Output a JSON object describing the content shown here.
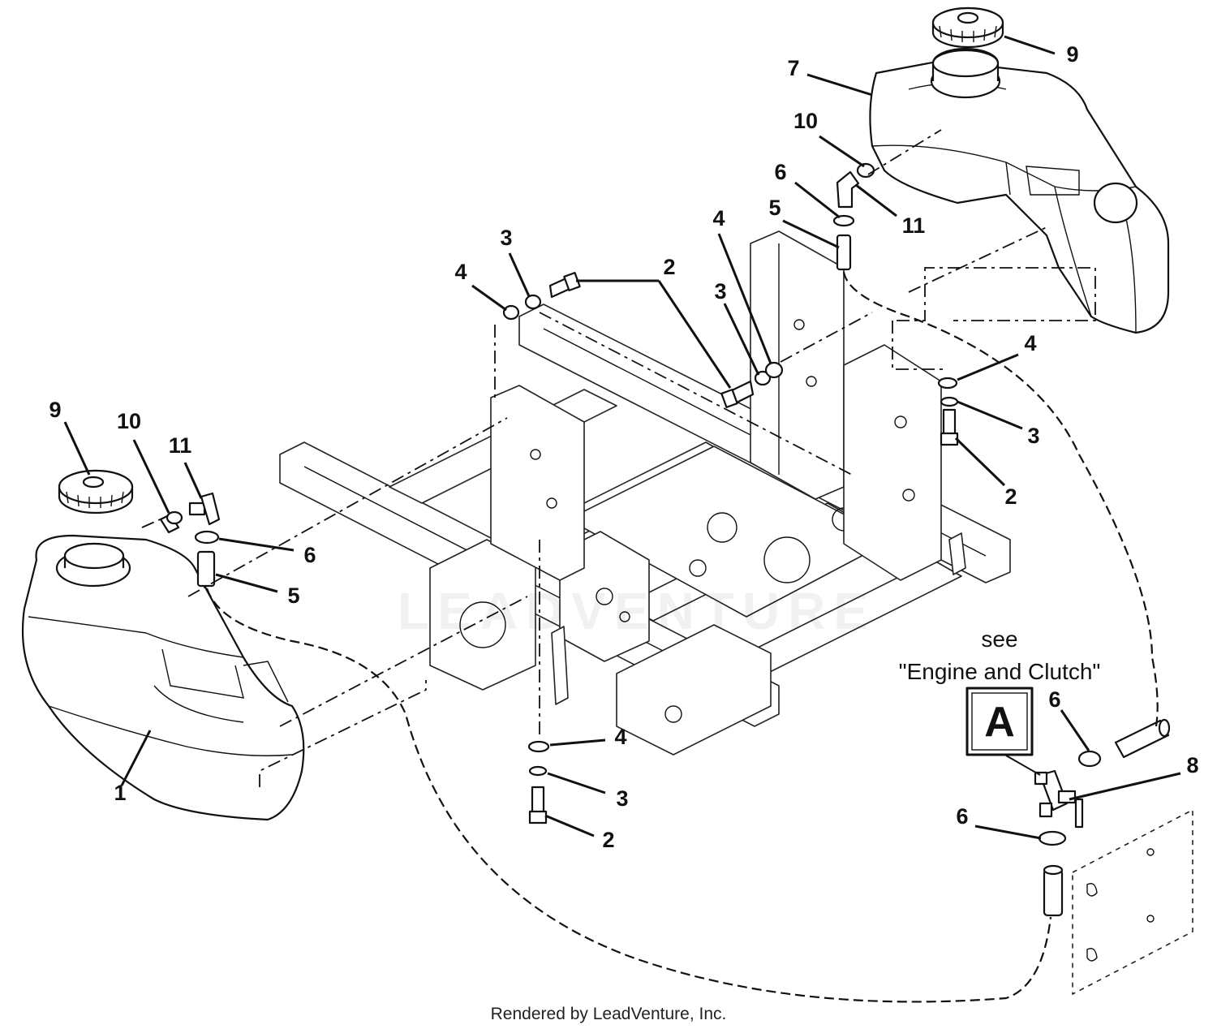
{
  "callouts": [
    {
      "id": "c-9-right",
      "text": "9"
    },
    {
      "id": "c-7",
      "text": "7"
    },
    {
      "id": "c-10-right",
      "text": "10"
    },
    {
      "id": "c-6-right",
      "text": "6"
    },
    {
      "id": "c-11-right",
      "text": "11"
    },
    {
      "id": "c-5-right",
      "text": "5"
    },
    {
      "id": "c-4-top-center",
      "text": "4"
    },
    {
      "id": "c-3-top-center",
      "text": "3"
    },
    {
      "id": "c-4-top-left",
      "text": "4"
    },
    {
      "id": "c-3-top-left",
      "text": "3"
    },
    {
      "id": "c-2-top",
      "text": "2"
    },
    {
      "id": "c-4-right-mount",
      "text": "4"
    },
    {
      "id": "c-3-right-mount",
      "text": "3"
    },
    {
      "id": "c-2-right-mount",
      "text": "2"
    },
    {
      "id": "c-9-left",
      "text": "9"
    },
    {
      "id": "c-10-left",
      "text": "10"
    },
    {
      "id": "c-11-left",
      "text": "11"
    },
    {
      "id": "c-6-left",
      "text": "6"
    },
    {
      "id": "c-5-left",
      "text": "5"
    },
    {
      "id": "c-1",
      "text": "1"
    },
    {
      "id": "c-4-bottom",
      "text": "4"
    },
    {
      "id": "c-3-bottom",
      "text": "3"
    },
    {
      "id": "c-2-bottom",
      "text": "2"
    },
    {
      "id": "c-6-valve-top",
      "text": "6"
    },
    {
      "id": "c-8",
      "text": "8"
    },
    {
      "id": "c-6-valve-bottom",
      "text": "6"
    }
  ],
  "note": {
    "line1": "see",
    "line2": "\"Engine and Clutch\""
  },
  "reference_box": "A",
  "watermark": "LEADVENTURE",
  "footer": "Rendered by LeadVenture, Inc."
}
